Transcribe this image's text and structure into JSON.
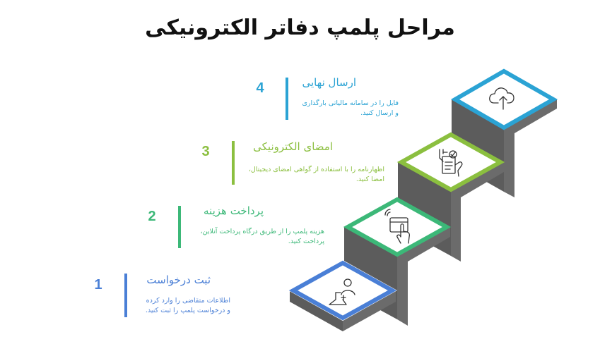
{
  "title": "مراحل پلمپ دفاتر الکترونیکی",
  "colors": {
    "step1": "#4a7fd6",
    "step2": "#3cb878",
    "step3": "#8bbf3f",
    "step4": "#2ba3d4",
    "riser": "#666666",
    "riser_dark": "#555555",
    "icon_stroke": "#333333"
  },
  "steps": [
    {
      "number": "1",
      "heading": "ثبت درخواست",
      "desc_line1": "اطلاعات متقاضی را وارد کرده",
      "desc_line2": "و درخواست پلمپ را ثبت کنید.",
      "icon": "user-add-laptop-icon"
    },
    {
      "number": "2",
      "heading": "پرداخت هزینه",
      "desc_line1": "هزینه پلمپ را از طریق درگاه پرداخت آنلاین،",
      "desc_line2": "پرداخت کنید.",
      "icon": "touch-payment-icon"
    },
    {
      "number": "3",
      "heading": "امضای الکترونیکی",
      "desc_line1": "اظهارنامه را با استفاده از گواهی امضای دیجیتال،",
      "desc_line2": "امضا کنید.",
      "icon": "sign-document-icon"
    },
    {
      "number": "4",
      "heading": "ارسال نهایی",
      "desc_line1": "فایل را در سامانه مالیاتی بارگذاری",
      "desc_line2": "و ارسال کنید.",
      "icon": "cloud-upload-icon"
    }
  ]
}
